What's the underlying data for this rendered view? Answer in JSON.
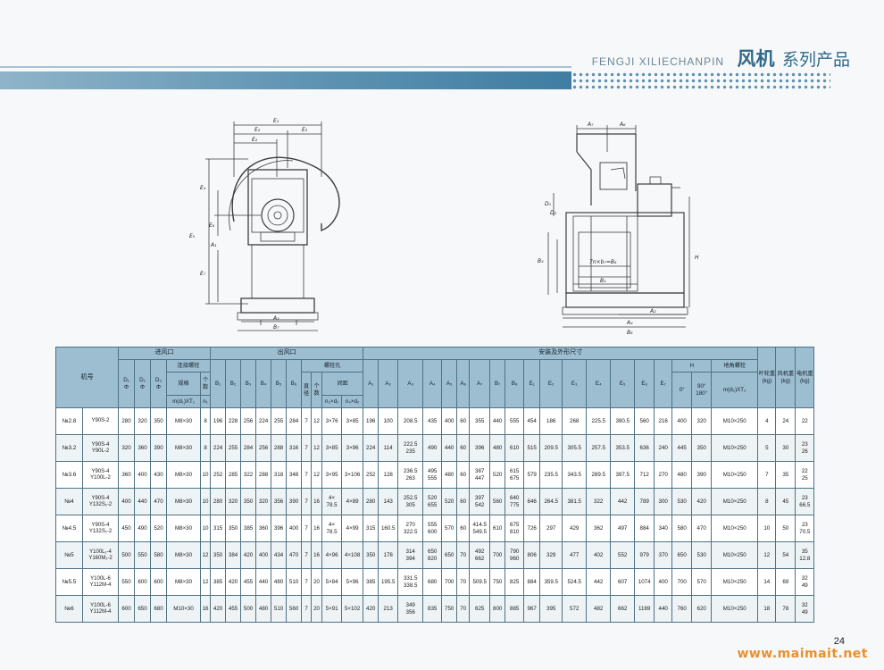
{
  "header": {
    "subtitle": "FENGJI XILIECHANPIN",
    "title": "风机",
    "title_suffix": "系列产品"
  },
  "drawing_left_labels": [
    "E₁",
    "E₂",
    "E₃",
    "E₂",
    "E₄",
    "E₅",
    "E₆",
    "A₁",
    "E₇",
    "A₃",
    "B₇"
  ],
  "drawing_right_labels": [
    "A₇",
    "A₆",
    "D₁",
    "D₂",
    "B₄",
    "7n×b₇=B₆",
    "B₁",
    "A₂",
    "A₄",
    "B₈",
    "H"
  ],
  "table": {
    "headers": {
      "model_no": "机号",
      "inlet": "进风口",
      "inlet_bolt": "连接螺栓",
      "spec": "规格",
      "count": "个数",
      "outlet": "出风口",
      "bolt_hole": "螺栓孔",
      "diameter": "直径",
      "hole_count": "个数",
      "pitch": "间距",
      "install": "安装及外形尺寸",
      "H": "H",
      "anchor": "地角螺栓",
      "impeller": "叶轮重(kg)",
      "fan_weight": "风机重(kg)",
      "motor_weight": "电机重(kg)",
      "D1": "D₁\nΦ",
      "D2": "D₂\nΦ",
      "D3": "D₃\nΦ",
      "m_d": "m(d₁)XT₁",
      "n1": "n₁",
      "B_cols": [
        "B₁",
        "B₂",
        "B₃",
        "B₄",
        "B₅",
        "B₆"
      ],
      "a1": "a₁",
      "n2": "n₂",
      "n3d1": "n₃×d₁",
      "n4d2": "n₄×d₂",
      "A_cols": [
        "A₁",
        "A₂",
        "A₃",
        "A₄",
        "A₅",
        "A₆",
        "A₇",
        "B₇",
        "B₈",
        "E₁",
        "E₂",
        "E₃",
        "E₄",
        "E₅",
        "E₆",
        "E₇"
      ],
      "H0": "0°",
      "H90": "90°\n180°",
      "anchor_sub": "m(d₂)XT₂"
    },
    "rows": [
      {
        "no": "№2.8",
        "model": "Y90S-2",
        "D1": "280",
        "D2": "320",
        "D3": "350",
        "spec": "M8×30",
        "n": "8",
        "B1": "196",
        "B2": "228",
        "B3": "256",
        "B4": "224",
        "B5": "255",
        "B6": "284",
        "a": "7",
        "n2": "12",
        "n3": "3×76",
        "n4": "3×85",
        "A1": "196",
        "A2": "100",
        "A3": "208.5",
        "A4": "435",
        "A5": "400",
        "A6": "60",
        "A7": "355",
        "B7": "440",
        "B8": "555",
        "E1": "454",
        "E2": "186",
        "E3": "268",
        "E4": "225.5",
        "E5": "390.5",
        "E6": "560",
        "E7": "216",
        "H0": "400",
        "H90": "320",
        "anchor": "M10×250",
        "imp": "4",
        "fan": "24",
        "motor": "22"
      },
      {
        "no": "№3.2",
        "model": "Y90S-4\nY90L-2",
        "D1": "320",
        "D2": "360",
        "D3": "390",
        "spec": "M8×30",
        "n": "8",
        "B1": "224",
        "B2": "255",
        "B3": "284",
        "B4": "256",
        "B5": "288",
        "B6": "316",
        "a": "7",
        "n2": "12",
        "n3": "3×85",
        "n4": "3×96",
        "A1": "224",
        "A2": "114",
        "A3": "222.5\n235",
        "A4": "490",
        "A5": "440",
        "A6": "60",
        "A7": "396",
        "B7": "480",
        "B8": "610",
        "E1": "515",
        "E2": "209.5",
        "E3": "305.5",
        "E4": "257.5",
        "E5": "353.5",
        "E6": "636",
        "E7": "240",
        "H0": "445",
        "H90": "350",
        "anchor": "M10×250",
        "imp": "5",
        "fan": "30",
        "motor": "23\n26"
      },
      {
        "no": "№3.6",
        "model": "Y90S-4\nY100L-2",
        "D1": "360",
        "D2": "400",
        "D3": "430",
        "spec": "M8×30",
        "n": "10",
        "B1": "252",
        "B2": "285",
        "B3": "322",
        "B4": "288",
        "B5": "318",
        "B6": "348",
        "a": "7",
        "n2": "12",
        "n3": "3×95",
        "n4": "3×106",
        "A1": "252",
        "A2": "128",
        "A3": "236.5\n263",
        "A4": "495\n555",
        "A5": "480",
        "A6": "60",
        "A7": "387\n447",
        "B7": "520",
        "B8": "615\n675",
        "E1": "579",
        "E2": "235.5",
        "E3": "343.5",
        "E4": "289.5",
        "E5": "397.5",
        "E6": "712",
        "E7": "270",
        "H0": "480",
        "H90": "390",
        "anchor": "M10×250",
        "imp": "7",
        "fan": "35",
        "motor": "22\n25"
      },
      {
        "no": "№4",
        "model": "Y90S-4\nY132S₁-2",
        "D1": "400",
        "D2": "440",
        "D3": "470",
        "spec": "M8×30",
        "n": "10",
        "B1": "280",
        "B2": "320",
        "B3": "350",
        "B4": "320",
        "B5": "356",
        "B6": "390",
        "a": "7",
        "n2": "16",
        "n3": "4×\n78.5",
        "n4": "4×89",
        "A1": "280",
        "A2": "143",
        "A3": "252.5\n305",
        "A4": "520\n655",
        "A5": "520",
        "A6": "60",
        "A7": "397\n542",
        "B7": "560",
        "B8": "640\n775",
        "E1": "646",
        "E2": "264.5",
        "E3": "381.5",
        "E4": "322",
        "E5": "442",
        "E6": "789",
        "E7": "300",
        "H0": "530",
        "H90": "420",
        "anchor": "M10×250",
        "imp": "8",
        "fan": "45",
        "motor": "23\n66.5"
      },
      {
        "no": "№4.5",
        "model": "Y90S-4\nY132S₁-2",
        "D1": "450",
        "D2": "490",
        "D3": "520",
        "spec": "M8×30",
        "n": "10",
        "B1": "315",
        "B2": "350",
        "B3": "385",
        "B4": "360",
        "B5": "396",
        "B6": "400",
        "a": "7",
        "n2": "16",
        "n3": "4×\n78.5",
        "n4": "4×99",
        "A1": "315",
        "A2": "160.5",
        "A3": "270\n322.5",
        "A4": "555\n600",
        "A5": "570",
        "A6": "60",
        "A7": "414.5\n549.5",
        "B7": "610",
        "B8": "675\n810",
        "E1": "726",
        "E2": "297",
        "E3": "429",
        "E4": "362",
        "E5": "497",
        "E6": "884",
        "E7": "340",
        "H0": "580",
        "H90": "470",
        "anchor": "M10×250",
        "imp": "10",
        "fan": "50",
        "motor": "23\n70.5"
      },
      {
        "no": "№5",
        "model": "Y100L₁-4\nY160M₁-2",
        "D1": "500",
        "D2": "550",
        "D3": "580",
        "spec": "M8×30",
        "n": "12",
        "B1": "350",
        "B2": "384",
        "B3": "420",
        "B4": "400",
        "B5": "434",
        "B6": "470",
        "a": "7",
        "n2": "16",
        "n3": "4×96",
        "n4": "4×108",
        "A1": "350",
        "A2": "178",
        "A3": "314\n394",
        "A4": "650\n820",
        "A5": "650",
        "A6": "70",
        "A7": "492\n662",
        "B7": "700",
        "B8": "790\n960",
        "E1": "806",
        "E2": "329",
        "E3": "477",
        "E4": "402",
        "E5": "552",
        "E6": "979",
        "E7": "370",
        "H0": "650",
        "H90": "530",
        "anchor": "M10×250",
        "imp": "12",
        "fan": "54",
        "motor": "35\n12.8"
      },
      {
        "no": "№5.5",
        "model": "Y100L-6\nY112M-4",
        "D1": "550",
        "D2": "600",
        "D3": "600",
        "spec": "M8×30",
        "n": "12",
        "B1": "385",
        "B2": "420",
        "B3": "455",
        "B4": "440",
        "B5": "480",
        "B6": "510",
        "a": "7",
        "n2": "20",
        "n3": "5×84",
        "n4": "5×96",
        "A1": "385",
        "A2": "195.5",
        "A3": "331.5\n338.5",
        "A4": "680",
        "A5": "700",
        "A6": "70",
        "A7": "509.5",
        "B7": "750",
        "B8": "825",
        "E1": "884",
        "E2": "359.5",
        "E3": "524.5",
        "E4": "442",
        "E5": "607",
        "E6": "1074",
        "E7": "400",
        "H0": "700",
        "H90": "570",
        "anchor": "M10×250",
        "imp": "14",
        "fan": "69",
        "motor": "32\n49"
      },
      {
        "no": "№6",
        "model": "Y100L-6\nY112M-4",
        "D1": "600",
        "D2": "650",
        "D3": "680",
        "spec": "M10×30",
        "n": "16",
        "B1": "420",
        "B2": "455",
        "B3": "500",
        "B4": "480",
        "B5": "510",
        "B6": "560",
        "a": "7",
        "n2": "20",
        "n3": "5×91",
        "n4": "5×102",
        "A1": "420",
        "A2": "213",
        "A3": "349\n356",
        "A4": "835",
        "A5": "750",
        "A6": "70",
        "A7": "625",
        "B7": "800",
        "B8": "885",
        "E1": "967",
        "E2": "395",
        "E3": "572",
        "E4": "482",
        "E5": "662",
        "E6": "1169",
        "E7": "440",
        "H0": "760",
        "H90": "620",
        "anchor": "M10×250",
        "imp": "18",
        "fan": "78",
        "motor": "32\n49"
      }
    ]
  },
  "footer": {
    "page_number": "24",
    "watermark": "www.maimait.net"
  }
}
